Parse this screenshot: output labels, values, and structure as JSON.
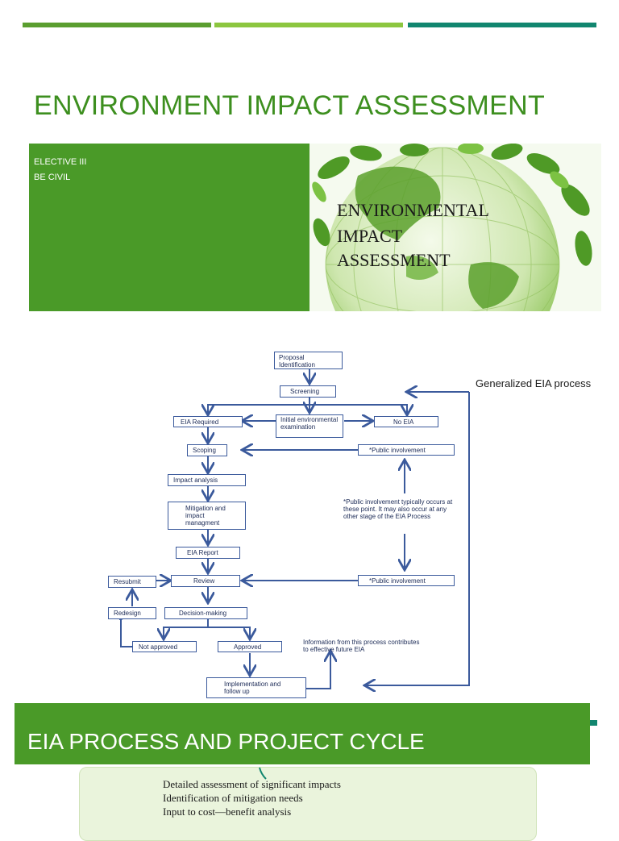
{
  "slide1": {
    "title": "ENVIRONMENT IMPACT ASSESSMENT",
    "subtitle_lines": [
      "ELECTIVE III",
      "BE CIVIL"
    ],
    "hero_text": [
      "ENVIRONMENTAL",
      "IMPACT",
      "ASSESSMENT"
    ]
  },
  "diagram": {
    "side_title": "Generalized EIA process",
    "nodes": {
      "proposal": "Proposal Identification",
      "screening": "Screening",
      "eia_required": "EIA Required",
      "initial_exam": "Initial environmental examination",
      "no_eia": "No EIA",
      "scoping": "Scoping",
      "public1": "*Public involvement",
      "impact_analysis": "Impact analysis",
      "mitigation": "Mitigation and impact managment",
      "note": "*Public involvement typically occurs at these point. It may also occur at any other stage of the EIA Process",
      "eia_report": "EIA Report",
      "review": "Review",
      "public2": "*Public involvement",
      "resubmit": "Resubmit",
      "redesign": "Redesign",
      "decision": "Decision-making",
      "not_approved": "Not approved",
      "approved": "Approved",
      "info": "Information from this process contributes to effective future EIA",
      "implementation": "Implementation and follow up"
    }
  },
  "slide2": {
    "title": "EIA PROCESS AND PROJECT CYCLE",
    "lines": [
      "Detailed assessment of significant impacts",
      "Identification of mitigation needs",
      "Input to cost—benefit analysis"
    ]
  },
  "colors": {
    "accent_green": "#4a9a28",
    "light_green": "#8cc63f",
    "teal": "#11866f",
    "diagram_blue": "#3b5a9c"
  }
}
